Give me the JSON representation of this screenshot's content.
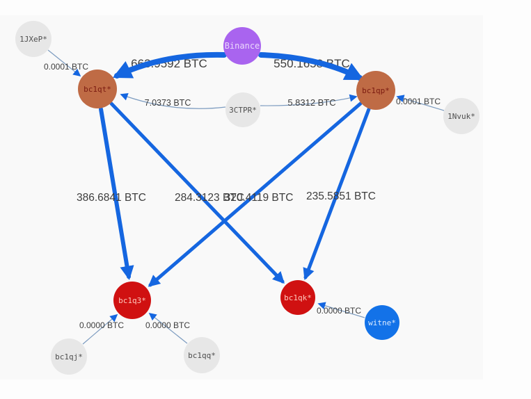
{
  "app": {
    "view": "bitcoin-transaction-flow-graph"
  },
  "colors": {
    "edge_blue": "#1566e0",
    "thin_edge_blue": "#7d9cc0",
    "node_gray": "#e7e7e7",
    "node_brown": "#bf6b45",
    "node_red": "#d01111",
    "node_purple": "#a964ef",
    "node_blue": "#1372e8",
    "edge_label_text": "#3d3d3d"
  },
  "nodes": [
    {
      "id": "1JXeP",
      "label": "1JXeP*",
      "color": "gray"
    },
    {
      "id": "Binance",
      "label": "Binance",
      "color": "purple"
    },
    {
      "id": "bc1qt",
      "label": "bc1qt*",
      "color": "brown"
    },
    {
      "id": "bc1qp",
      "label": "bc1qp*",
      "color": "brown"
    },
    {
      "id": "3CTPR",
      "label": "3CTPR*",
      "color": "gray"
    },
    {
      "id": "1Nvuk",
      "label": "1Nvuk*",
      "color": "gray"
    },
    {
      "id": "bc1q3",
      "label": "bc1q3*",
      "color": "red"
    },
    {
      "id": "bc1qk",
      "label": "bc1qk*",
      "color": "red"
    },
    {
      "id": "witne",
      "label": "witne*",
      "color": "blue"
    },
    {
      "id": "bc1qj",
      "label": "bc1qj*",
      "color": "gray"
    },
    {
      "id": "bc1qq",
      "label": "bc1qq*",
      "color": "gray"
    }
  ],
  "edges": [
    {
      "from": "1JXeP",
      "to": "bc1qt",
      "amount": "0.0001 BTC"
    },
    {
      "from": "Binance",
      "to": "bc1qt",
      "amount": "663.9592 BTC"
    },
    {
      "from": "Binance",
      "to": "bc1qp",
      "amount": "550.1658 BTC"
    },
    {
      "from": "3CTPR",
      "to": "bc1qt",
      "amount": "7.0373 BTC"
    },
    {
      "from": "3CTPR",
      "to": "bc1qp",
      "amount": "5.8312 BTC"
    },
    {
      "from": "1Nvuk",
      "to": "bc1qp",
      "amount": "0.0001 BTC"
    },
    {
      "from": "bc1qt",
      "to": "bc1q3",
      "amount": "386.6841 BTC"
    },
    {
      "from": "bc1qt",
      "to": "bc1qk",
      "amount": "284.3123 BTC"
    },
    {
      "from": "bc1qp",
      "to": "bc1q3",
      "amount": "320.4119 BTC"
    },
    {
      "from": "bc1qp",
      "to": "bc1qk",
      "amount": "235.5851 BTC"
    },
    {
      "from": "witne",
      "to": "bc1qk",
      "amount": "0.0000 BTC"
    },
    {
      "from": "bc1qj",
      "to": "bc1q3",
      "amount": "0.0000 BTC"
    },
    {
      "from": "bc1qq",
      "to": "bc1q3",
      "amount": "0.0000 BTC"
    }
  ]
}
